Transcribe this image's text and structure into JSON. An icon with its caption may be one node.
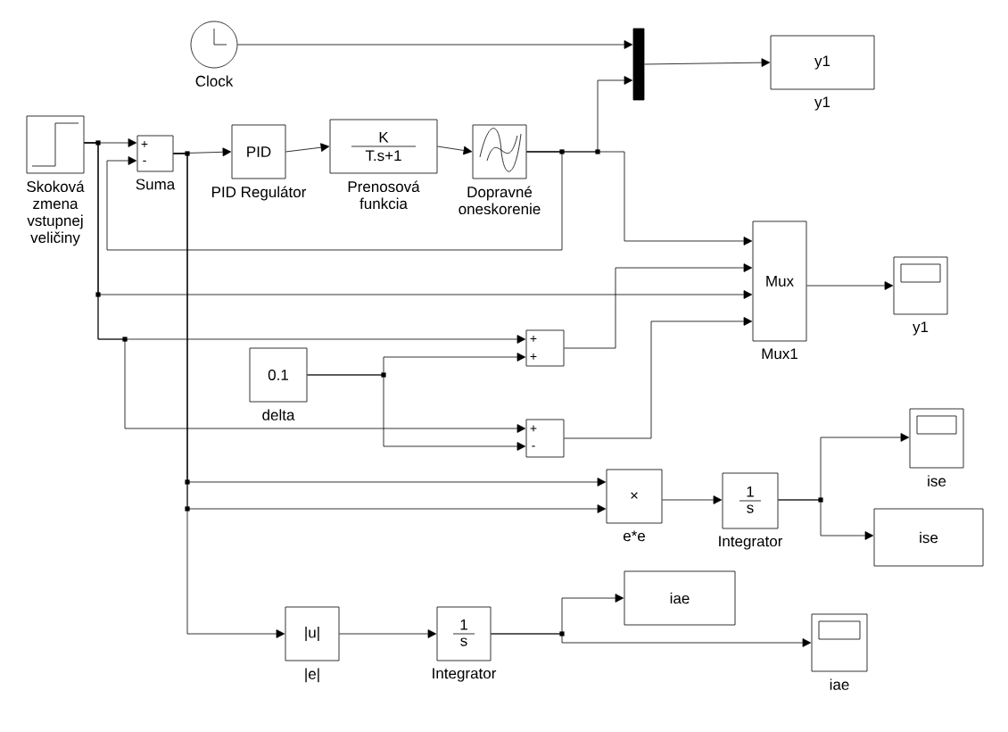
{
  "diagram": {
    "nodes": [
      {
        "text": [],
        "shape": "circle",
        "beside": [
          "Clock"
        ]
      },
      {
        "text": [],
        "shape": "box",
        "beside": [
          "Skoková zmena vstupnej veličiny"
        ]
      },
      {
        "text": [
          "+",
          "-"
        ],
        "beside": [
          "Suma"
        ]
      },
      {
        "text": [
          "PID"
        ],
        "beside": [
          "PID Regulátor"
        ]
      },
      {
        "text": [
          "K",
          "T.s+1"
        ],
        "beside": [
          "Prenosová funkcia"
        ]
      },
      {
        "text": [],
        "shape": "box",
        "beside": [
          "Dopravné oneskorenie"
        ]
      },
      {
        "text": [],
        "shape": "bar"
      },
      {
        "text": [
          "y1"
        ],
        "beside": [
          "y1"
        ]
      },
      {
        "text": [
          "Mux"
        ],
        "beside": [
          "Mux1"
        ]
      },
      {
        "text": [],
        "shape": "box",
        "beside": [
          "y1"
        ]
      },
      {
        "text": [
          "+",
          "+"
        ]
      },
      {
        "text": [
          "+",
          "-"
        ]
      },
      {
        "text": [
          "0.1"
        ],
        "beside": [
          "delta"
        ]
      },
      {
        "text": [
          "×"
        ],
        "beside": [
          "e*e"
        ]
      },
      {
        "text": [
          "1",
          "s"
        ],
        "beside": [
          "Integrator"
        ]
      },
      {
        "text": [],
        "shape": "box",
        "beside": [
          "ise"
        ]
      },
      {
        "text": [
          "ise"
        ]
      },
      {
        "text": [
          "|u|"
        ],
        "beside": [
          "|e|"
        ]
      },
      {
        "text": [
          "1",
          "s"
        ],
        "beside": [
          "Integrator"
        ]
      },
      {
        "text": [
          "iae"
        ]
      },
      {
        "text": [],
        "shape": "box",
        "beside": [
          "iae"
        ]
      }
    ],
    "edges": [
      {
        "from": 0,
        "to": 6,
        "arrow": "to"
      },
      {
        "from": 1,
        "to": 2,
        "arrow": "to"
      },
      {
        "from": 5,
        "to": 2,
        "arrow": "to"
      },
      {
        "from": 5,
        "to": 6,
        "arrow": "to"
      },
      {
        "from": 5,
        "to": 8,
        "arrow": "to"
      },
      {
        "from": 2,
        "to": 3,
        "arrow": "to"
      },
      {
        "from": 3,
        "to": 4,
        "arrow": "to"
      },
      {
        "from": 4,
        "to": 5,
        "arrow": "to"
      },
      {
        "from": 1,
        "to": 8,
        "arrow": "to"
      },
      {
        "from": 1,
        "to": 10,
        "arrow": "to"
      },
      {
        "from": 1,
        "to": 11,
        "arrow": "to"
      },
      {
        "from": 12,
        "to": 10,
        "arrow": "to"
      },
      {
        "from": 12,
        "to": 11,
        "arrow": "to"
      },
      {
        "from": 10,
        "to": 8,
        "arrow": "to"
      },
      {
        "from": 11,
        "to": 8,
        "arrow": "to"
      },
      {
        "from": 8,
        "to": 9,
        "arrow": "to"
      },
      {
        "from": 6,
        "to": 7,
        "arrow": "to"
      },
      {
        "from": 2,
        "to": 13,
        "arrow": "to"
      },
      {
        "from": 2,
        "to": 13,
        "arrow": "to"
      },
      {
        "from": 2,
        "to": 17,
        "arrow": "to"
      },
      {
        "from": 13,
        "to": 14,
        "arrow": "to"
      },
      {
        "from": 14,
        "to": 15,
        "arrow": "to"
      },
      {
        "from": 14,
        "to": 16,
        "arrow": "to"
      },
      {
        "from": 17,
        "to": 18,
        "arrow": "to"
      },
      {
        "from": 18,
        "to": 19,
        "arrow": "to"
      },
      {
        "from": 18,
        "to": 20,
        "arrow": "to"
      }
    ]
  }
}
